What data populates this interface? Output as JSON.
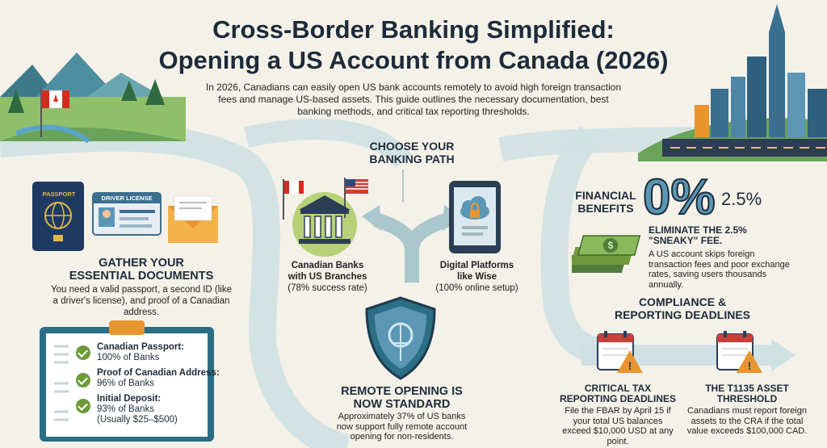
{
  "header": {
    "title_line1": "Cross-Border Banking Simplified:",
    "title_line2": "Opening a US Account from Canada (2026)",
    "intro": "In 2026, Canadians can easily open US bank accounts remotely to avoid high foreign transaction fees and manage US-based assets. This guide outlines the necessary documentation, best banking methods, and critical tax reporting thresholds."
  },
  "documents": {
    "passport_label": "PASSPORT",
    "license_label": "DRIVER LICENSE",
    "heading_line1": "GATHER YOUR",
    "heading_line2": "ESSENTIAL DOCUMENTS",
    "body": "You need a valid passport, a second ID (like a driver's license), and proof of a Canadian address.",
    "checklist": [
      {
        "line1": "Canadian Passport:",
        "line2": "100% of Banks",
        "line3": ""
      },
      {
        "line1": "Proof of Canadian Address:",
        "line2": "96% of Banks",
        "line3": ""
      },
      {
        "line1": "Initial Deposit:",
        "line2": "93% of Banks",
        "line3": "(Usually $25–$500)"
      }
    ]
  },
  "path": {
    "heading_line1": "CHOOSE YOUR",
    "heading_line2": "BANKING PATH",
    "option_a_line1": "Canadian Banks",
    "option_a_line2": "with US Branches",
    "option_a_line3": "(78% success rate)",
    "option_b_line1": "Digital Platforms",
    "option_b_line2": "like Wise",
    "option_b_line3": "(100% online setup)"
  },
  "remote": {
    "heading_line1": "REMOTE OPENING IS",
    "heading_line2": "NOW STANDARD",
    "body": "Approximately 37% of US banks now support fully remote account opening for non-residents."
  },
  "benefits": {
    "heading_line1": "FINANCIAL",
    "heading_line2": "BENEFITS",
    "big_value": "0%",
    "compare_value": "2.5%",
    "sub_line1": "ELIMINATE THE 2.5%",
    "sub_line2": "\"SNEAKY\" FEE.",
    "body": "A US account skips foreign transaction fees and poor exchange rates, saving users thousands annually."
  },
  "compliance": {
    "heading_line1": "COMPLIANCE &",
    "heading_line2": "REPORTING DEADLINES",
    "item_a_line1": "CRITICAL TAX",
    "item_a_line2": "REPORTING DEADLINES",
    "item_a_body": "File the FBAR by April 15 if your total US balances exceed $10,000 USD at any point.",
    "item_b_line1": "THE T1135 ASSET",
    "item_b_line2": "THRESHOLD",
    "item_b_body": "Canadians must report foreign assets to the CRA if the total value exceeds $100,000 CAD."
  },
  "colors": {
    "road": "#c9dde0",
    "navy": "#1d2b3a",
    "green": "#6e9a3c",
    "orange": "#e8952f",
    "teal": "#2c6e84"
  }
}
